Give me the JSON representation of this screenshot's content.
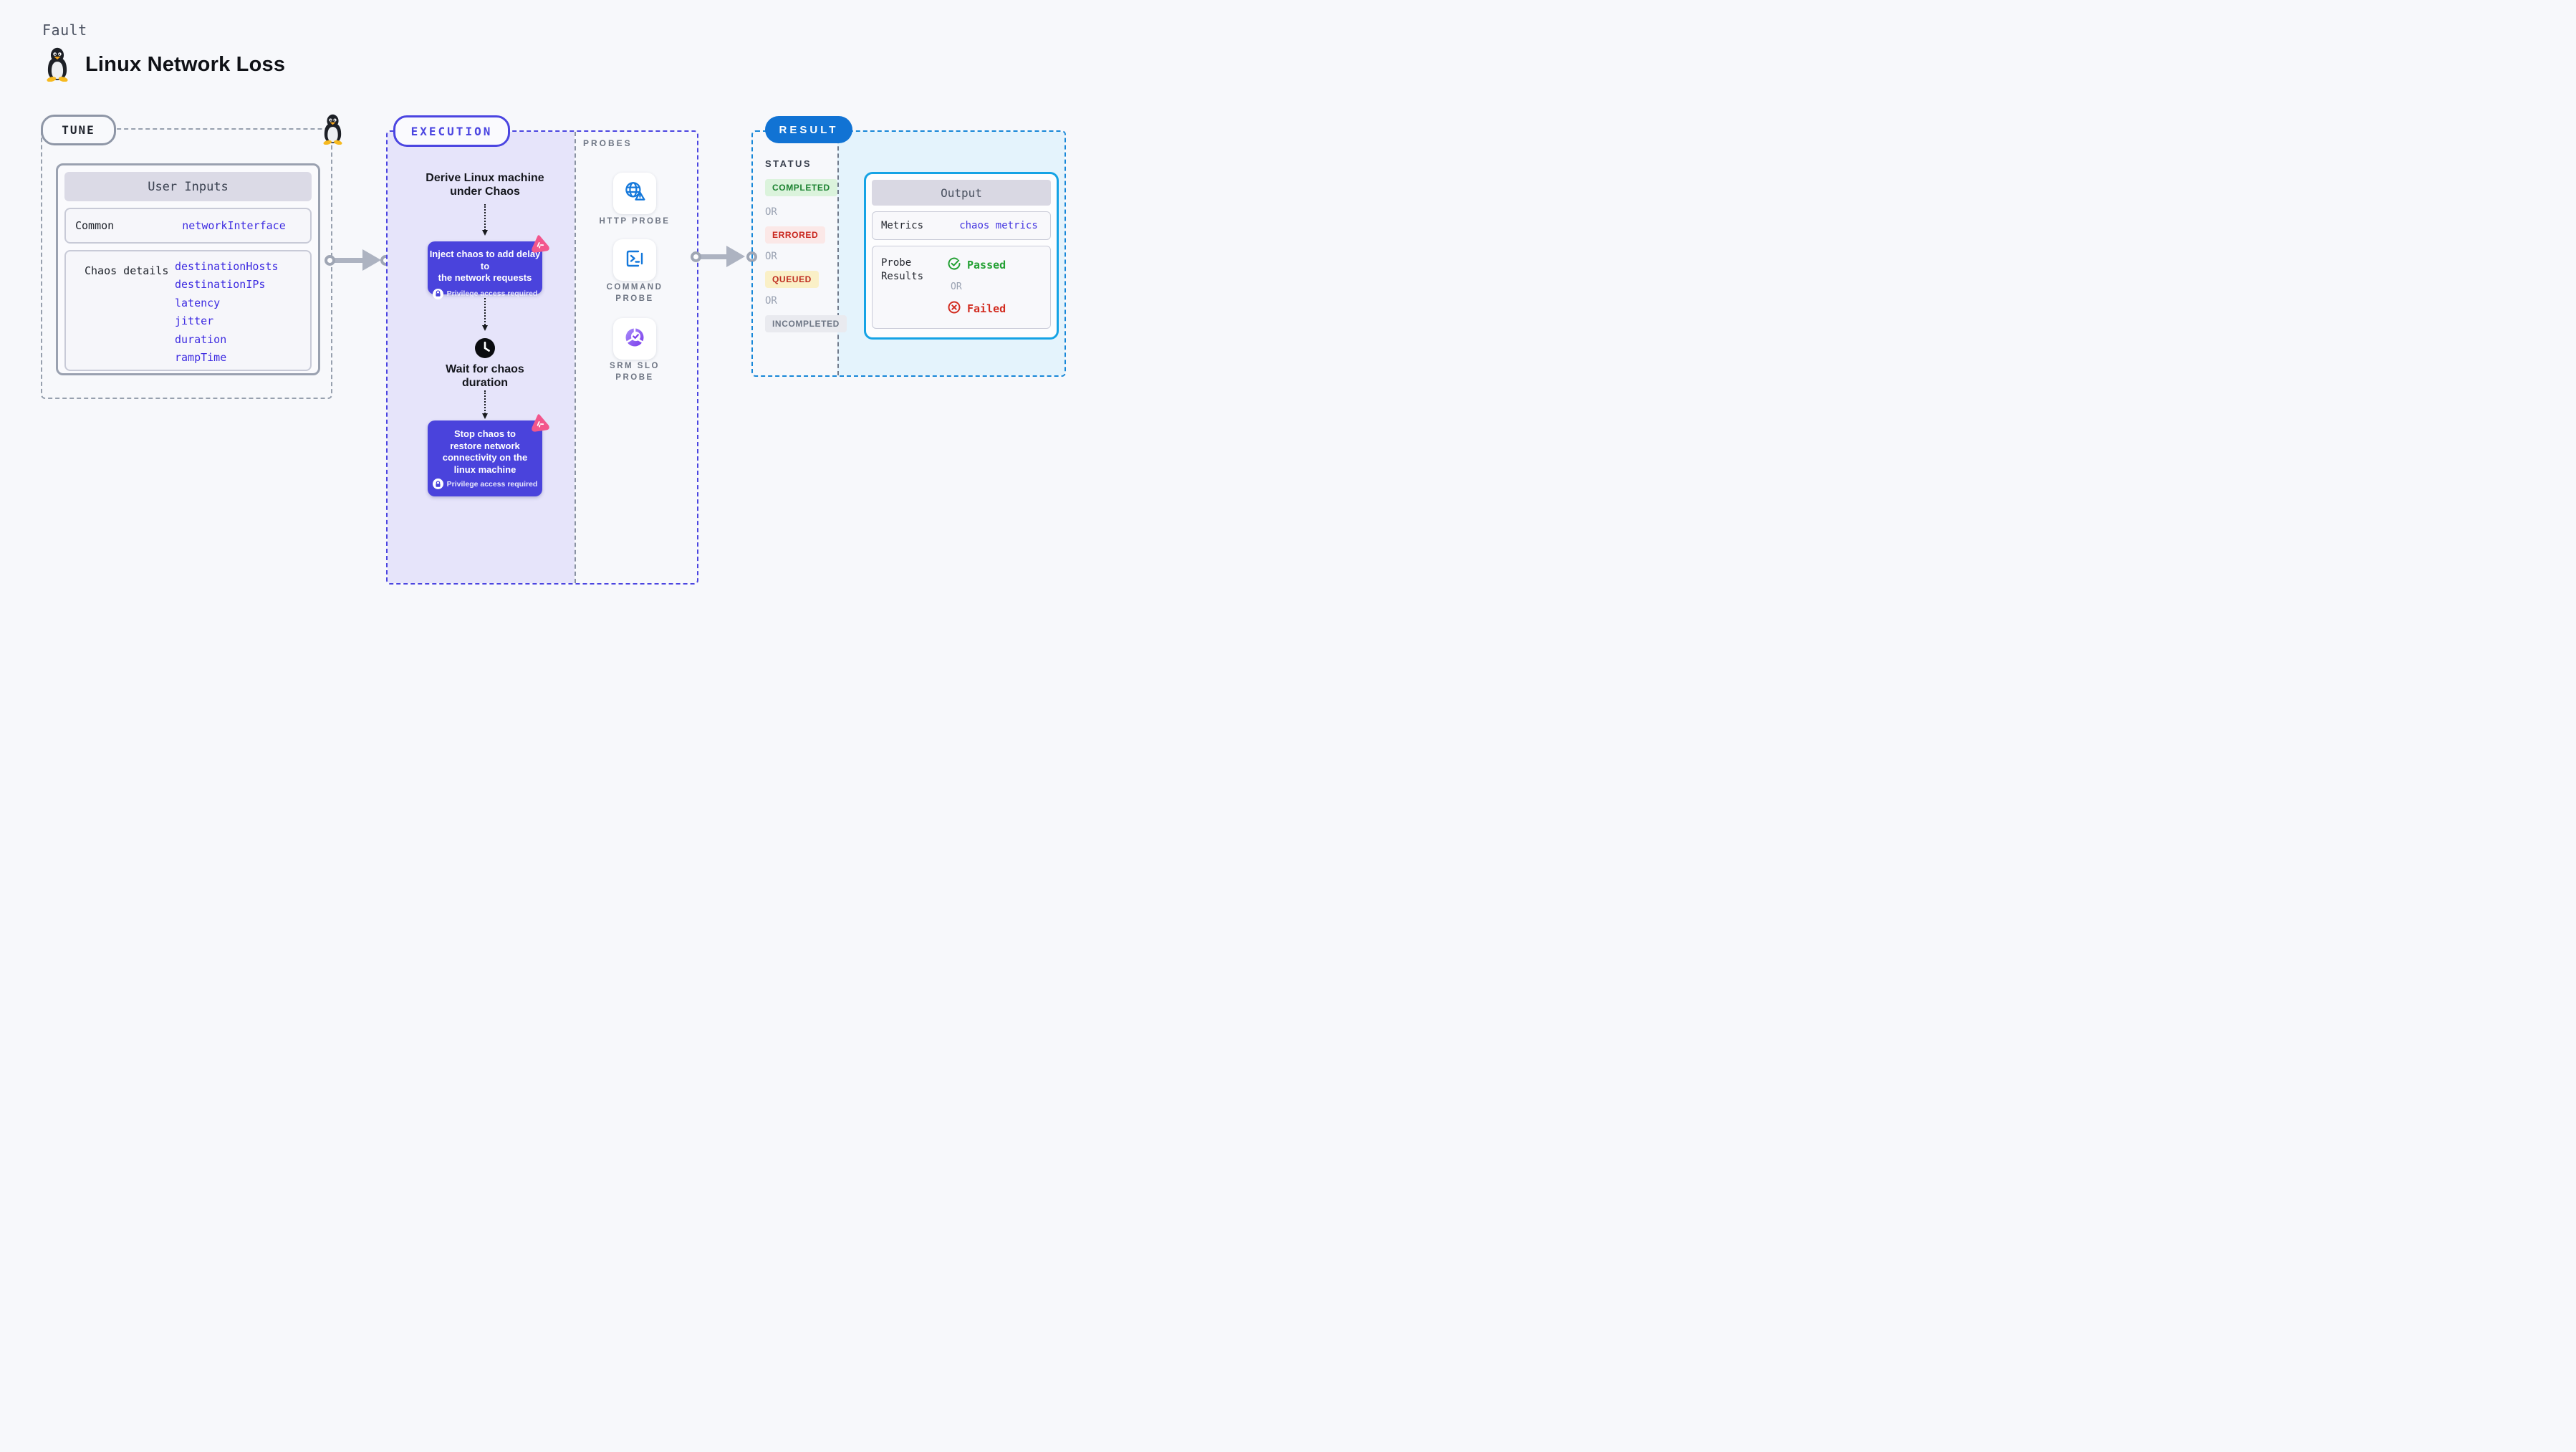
{
  "header": {
    "eyebrow": "Fault",
    "title": "Linux Network Loss"
  },
  "tune": {
    "badge": "TUNE",
    "user_inputs": {
      "title": "User Inputs",
      "rows": [
        {
          "label": "Common",
          "values": [
            "networkInterface"
          ]
        },
        {
          "label": "Chaos details",
          "values": [
            "destinationHosts",
            "destinationIPs",
            "latency",
            "jitter",
            "duration",
            "rampTime"
          ]
        }
      ]
    }
  },
  "execution": {
    "badge": "EXECUTION",
    "flow": {
      "derive_lines": [
        "Derive Linux machine",
        "under Chaos"
      ],
      "inject": {
        "lines": [
          "Inject chaos to add delay to",
          "the network requests"
        ],
        "privilege": "Privilege access required"
      },
      "wait_lines": [
        "Wait for chaos",
        "duration"
      ],
      "stop": {
        "lines": [
          "Stop chaos to",
          "restore network",
          "connectivity on the",
          "linux machine"
        ],
        "privilege": "Privilege access required"
      }
    },
    "probes": {
      "title": "PROBES",
      "items": [
        {
          "icon": "globe-alert-icon",
          "line1": "HTTP PROBE",
          "line2": ""
        },
        {
          "icon": "terminal-icon",
          "line1": "COMMAND",
          "line2": "PROBE"
        },
        {
          "icon": "slo-donut-check-icon",
          "line1": "SRM SLO",
          "line2": "PROBE"
        }
      ]
    }
  },
  "result": {
    "badge": "RESULT",
    "status": {
      "title": "STATUS",
      "separator": "OR",
      "badges": [
        {
          "label": "COMPLETED",
          "fg": "#1B8230",
          "bg": "#DBF3DC"
        },
        {
          "label": "ERRORED",
          "fg": "#C8241C",
          "bg": "#FBE8E7"
        },
        {
          "label": "QUEUED",
          "fg": "#BE2B1F",
          "bg": "#FAF0C7"
        },
        {
          "label": "INCOMPLETED",
          "fg": "#6E7685",
          "bg": "#E9EAEF"
        }
      ]
    },
    "output": {
      "title": "Output",
      "metrics_label": "Metrics",
      "metrics_value": "chaos metrics",
      "probe_results_label_1": "Probe",
      "probe_results_label_2": "Results",
      "passed": "Passed",
      "or": "OR",
      "failed": "Failed"
    }
  },
  "colors": {
    "page_bg": "#F7F8FB",
    "indigo_accent": "#4B45E1",
    "indigo_box": "#4A43DC",
    "lavender_fill": "#E6E4FA",
    "result_blue": "#1787D8",
    "result_pill": "#1173D4",
    "light_blue_fill": "#E4F3FC",
    "output_border": "#15A3E5",
    "code_blue": "#3D2BE1",
    "arrow_gray": "#ADB3C1",
    "dashed_gray": "#97A0AE",
    "green": "#23A033",
    "red": "#D22C20",
    "pink_logo": "#F2568C"
  }
}
